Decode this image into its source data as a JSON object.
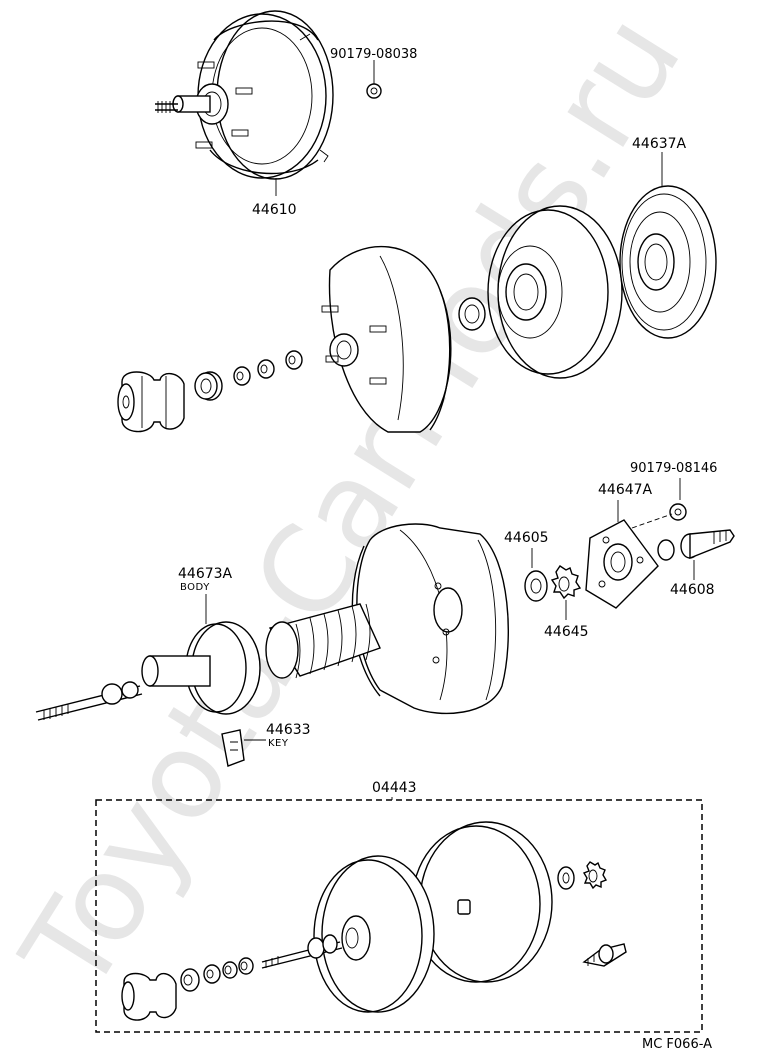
{
  "watermark": "Toyota-CarMods.ru",
  "parts": {
    "p1": "90179-08038",
    "p2": "44610",
    "p3": "44637A",
    "p4": "90179-08146",
    "p5": "44647A",
    "p6": "44605",
    "p7": "44608",
    "p8": "44645",
    "p9": "44673A",
    "p9_sub": "BODY",
    "p10": "44633",
    "p10_sub": "KEY",
    "p11": "04443"
  },
  "footer": {
    "code": "MC  F066-A"
  }
}
